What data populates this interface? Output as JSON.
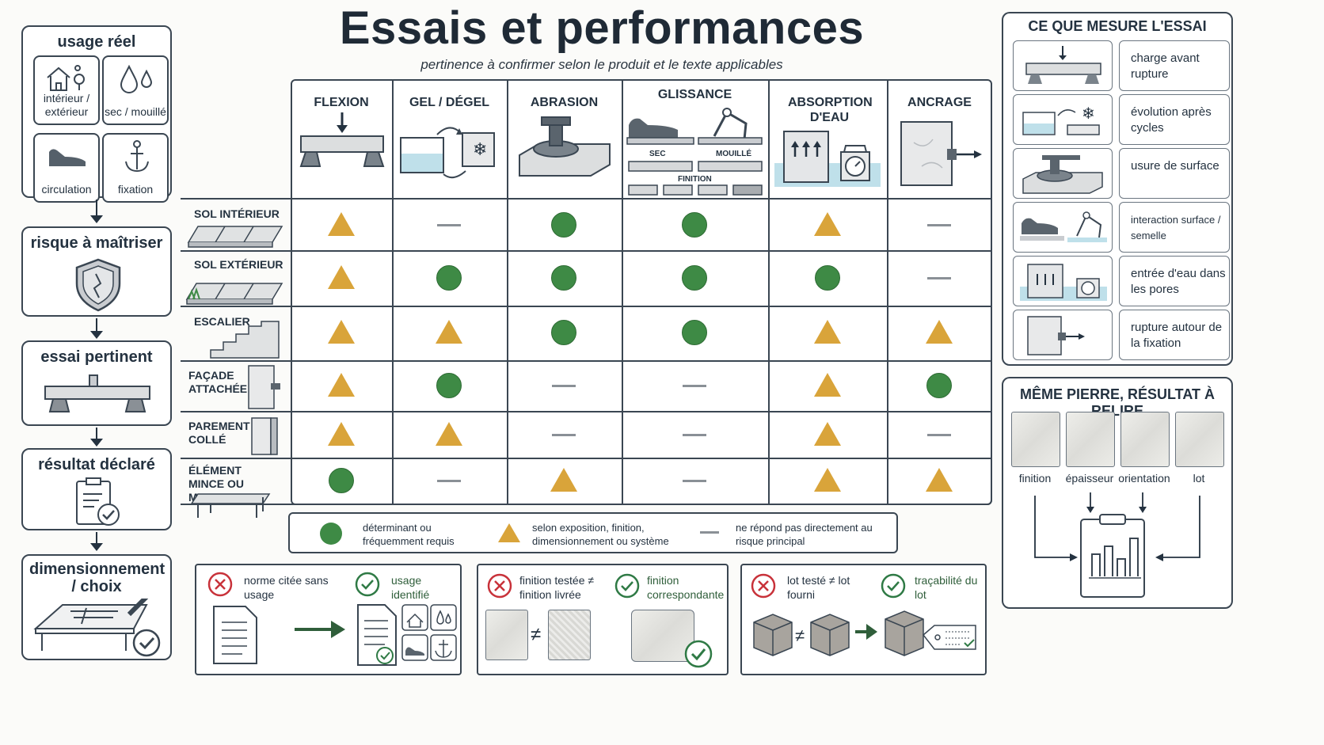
{
  "title": "Essais et performances",
  "subtitle": "pertinence à confirmer selon le produit et le texte applicables",
  "left_flow": {
    "usage_title": "usage réel",
    "usage_tiles": [
      "intérieur / extérieur",
      "sec / mouillé",
      "circulation",
      "fixation"
    ],
    "steps": [
      "risque à maîtriser",
      "essai pertinent",
      "résultat déclaré",
      "dimensionnement / choix"
    ]
  },
  "matrix": {
    "columns": [
      "FLEXION",
      "GEL / DÉGEL",
      "ABRASION",
      "GLISSANCE",
      "ABSORPTION D'EAU",
      "ANCRAGE"
    ],
    "glissance_sublabels": [
      "SEC",
      "MOUILLÉ",
      "FINITION"
    ],
    "rows": [
      {
        "label": "SOL INTÉRIEUR",
        "cells": [
          "triangle",
          "dash",
          "circle",
          "circle",
          "triangle",
          "dash"
        ]
      },
      {
        "label": "SOL EXTÉRIEUR",
        "cells": [
          "triangle",
          "circle",
          "circle",
          "circle",
          "circle",
          "dash"
        ]
      },
      {
        "label": "ESCALIER",
        "cells": [
          "triangle",
          "triangle",
          "circle",
          "circle",
          "triangle",
          "triangle"
        ]
      },
      {
        "label": "FAÇADE ATTACHÉE",
        "cells": [
          "triangle",
          "circle",
          "dash",
          "dash",
          "triangle",
          "circle"
        ]
      },
      {
        "label": "PAREMENT COLLÉ",
        "cells": [
          "triangle",
          "triangle",
          "dash",
          "dash",
          "triangle",
          "dash"
        ]
      },
      {
        "label": "ÉLÉMENT MINCE OU MOBILIER",
        "cells": [
          "circle",
          "dash",
          "triangle",
          "dash",
          "triangle",
          "triangle"
        ]
      }
    ]
  },
  "legend": {
    "circle": "déterminant ou fréquemment requis",
    "triangle": "selon exposition, finition, dimensionnement ou système",
    "dash": "ne répond pas directement au risque principal"
  },
  "colors": {
    "circle": "#3e8a45",
    "triangle": "#d9a43a",
    "dash": "#8a9096",
    "bad": "#c8323a",
    "good": "#2f7a45"
  },
  "bottom_panels": [
    {
      "bad": "norme citée sans usage",
      "good": "usage identifié"
    },
    {
      "bad": "finition testée ≠ finition livrée",
      "good": "finition correspondante"
    },
    {
      "bad": "lot testé ≠ lot fourni",
      "good": "traçabilité du lot"
    }
  ],
  "measure": {
    "title": "CE QUE MESURE L'ESSAI",
    "items": [
      "charge avant rupture",
      "évolution après cycles",
      "usure de surface",
      "interaction surface / semelle",
      "entrée d'eau dans les pores",
      "rupture autour de la fixation"
    ]
  },
  "same_stone": {
    "title": "MÊME PIERRE, RÉSULTAT À RELIRE",
    "factors": [
      "finition",
      "épaisseur",
      "orientation",
      "lot"
    ]
  }
}
